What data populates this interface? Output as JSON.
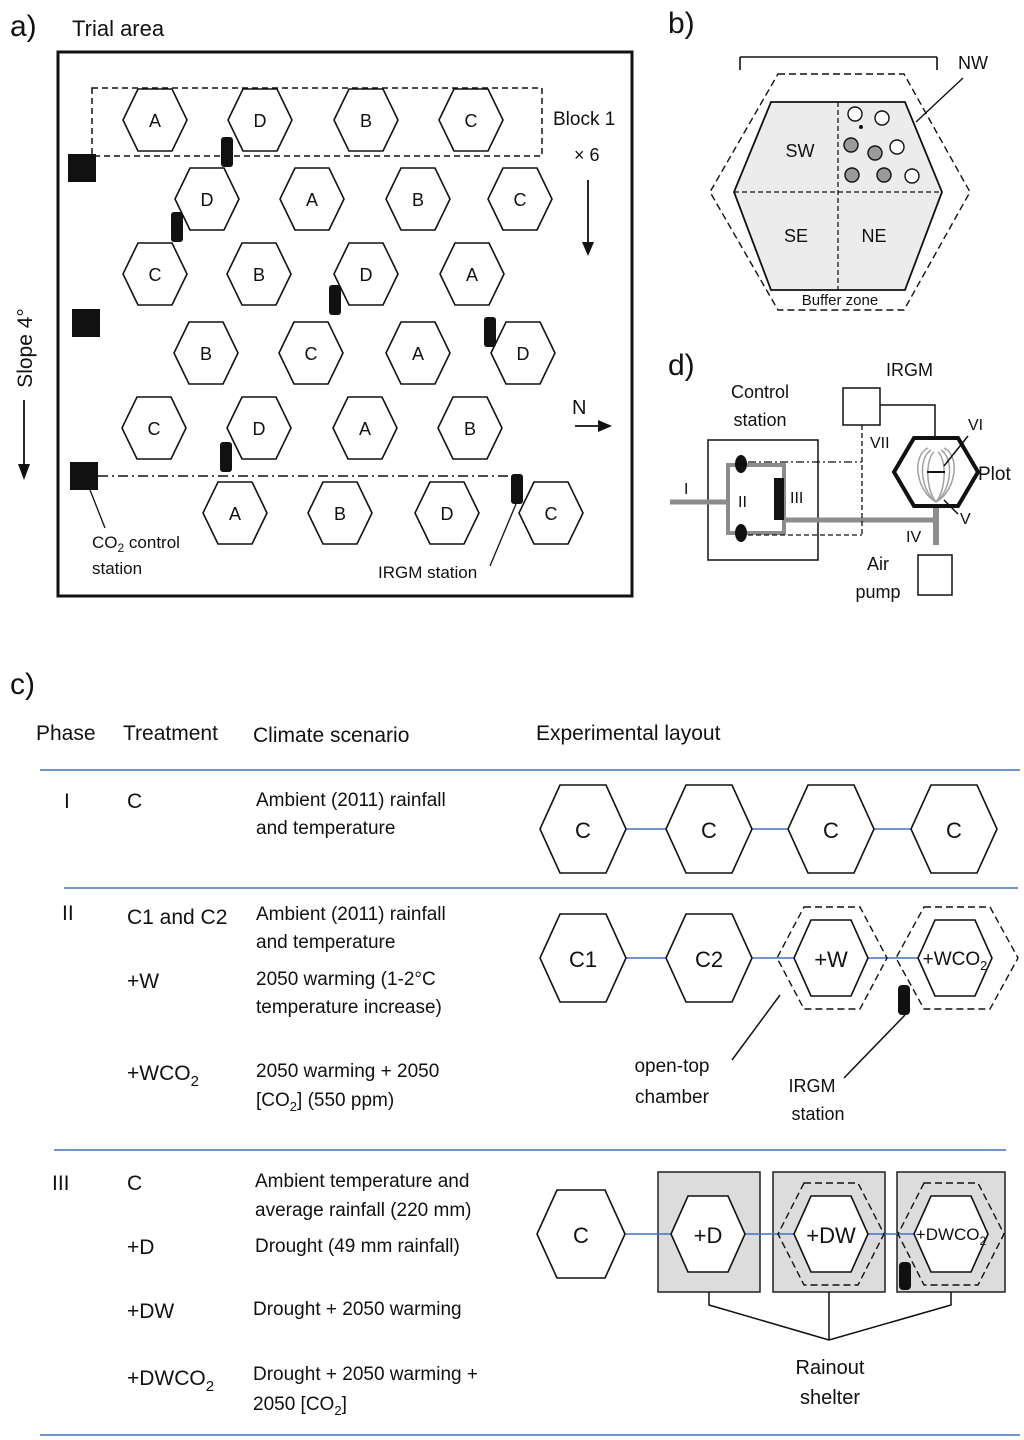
{
  "panel_a": {
    "label": "a)",
    "title": "Trial area",
    "block_label": "Block 1",
    "replicate_label": "× 6",
    "slope_label": "Slope 4°",
    "north_label": "N",
    "co2_station_line1": "CO",
    "co2_station_sub": "2",
    "co2_station_line1_rest": " control",
    "co2_station_line2": "station",
    "irgm_station": "IRGM station",
    "rows": [
      [
        "A",
        "D",
        "B",
        "C"
      ],
      [
        "D",
        "A",
        "B",
        "C"
      ],
      [
        "C",
        "B",
        "D",
        "A"
      ],
      [
        "B",
        "C",
        "A",
        "D"
      ],
      [
        "C",
        "D",
        "A",
        "B"
      ],
      [
        "A",
        "B",
        "D",
        "C"
      ]
    ]
  },
  "panel_b": {
    "label": "b)",
    "nw": "NW",
    "sw": "SW",
    "se": "SE",
    "ne": "NE",
    "buffer": "Buffer zone"
  },
  "panel_d": {
    "label": "d)",
    "control_line1": "Control",
    "control_line2": "station",
    "irgm": "IRGM",
    "plot": "Plot",
    "air_line1": "Air",
    "air_line2": "pump",
    "roman": [
      "I",
      "II",
      "III",
      "IV",
      "V",
      "VI",
      "VII"
    ]
  },
  "panel_c": {
    "label": "c)",
    "headers": [
      "Phase",
      "Treatment",
      "Climate scenario",
      "Experimental layout"
    ],
    "phase1": {
      "phase": "I",
      "treatment": "C",
      "scenario_line1": "Ambient (2011) rainfall",
      "scenario_line2": "and temperature",
      "plots": [
        "C",
        "C",
        "C",
        "C"
      ]
    },
    "phase2": {
      "phase": "II",
      "t1": "C1 and C2",
      "s1_line1": "Ambient (2011) rainfall",
      "s1_line2": "and temperature",
      "t2": "+W",
      "s2_line1": "2050 warming (1-2°C",
      "s2_line2": "temperature increase)",
      "t3_main": "+WCO",
      "t3_sub": "2",
      "s3_line1": "2050 warming + 2050",
      "s3_line2_pre": "[CO",
      "s3_line2_sub": "2",
      "s3_line2_post": "] (550 ppm)",
      "plots": [
        "C1",
        "C2",
        "+W",
        "+WCO"
      ],
      "plot4_sub": "2",
      "open_top_line1": "open-top",
      "open_top_line2": "chamber",
      "irgm_line1": "IRGM",
      "irgm_line2": "station"
    },
    "phase3": {
      "phase": "III",
      "t1": "C",
      "s1_line1": "Ambient temperature and",
      "s1_line2": "average rainfall (220 mm)",
      "t2": "+D",
      "s2": "Drought (49 mm rainfall)",
      "t3": "+DW",
      "s3": "Drought + 2050 warming",
      "t4_main": "+DWCO",
      "t4_sub": "2",
      "s4_line1": "Drought + 2050 warming +",
      "s4_line2_pre": "2050 [CO",
      "s4_line2_sub": "2",
      "s4_line2_post": "]",
      "plots": [
        "C",
        "+D",
        "+DW",
        "+DWCO"
      ],
      "plot4_sub": "2",
      "shelter_line1": "Rainout",
      "shelter_line2": "shelter"
    }
  }
}
